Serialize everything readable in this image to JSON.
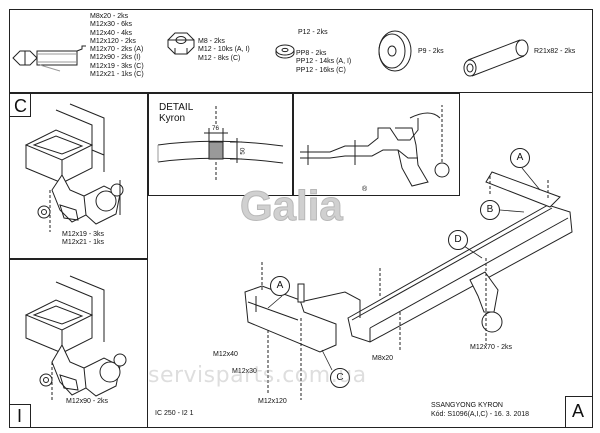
{
  "parts_list": {
    "bolts": [
      "M8x20 - 2ks",
      "M12x30 - 6ks",
      "M12x40 - 4ks",
      "M12x120 - 2ks",
      "M12x70 - 2ks (A)",
      "M12x90 - 2ks (I)",
      "M12x19 - 3ks (C)",
      "M12x21 - 1ks (C)"
    ],
    "nuts": [
      "M8 - 2ks",
      "M12 - 10ks (A, I)",
      "M12 - 8ks (C)"
    ],
    "washers": [
      "P12 - 2ks",
      "PP8 - 2ks",
      "PP12 - 14ks (A, I)",
      "PP12 - 16ks (C)"
    ],
    "large_washer": "P9 - 2ks",
    "spacer": "R21x82 - 2ks"
  },
  "panel_c": {
    "letter": "C",
    "labels": [
      "M12x19 - 3ks",
      "M12x21 - 1ks"
    ]
  },
  "panel_i": {
    "letter": "I",
    "label": "M12x90 - 2ks"
  },
  "detail": {
    "title_line1": "DETAIL",
    "title_line2": "Kyron",
    "dim_width": "76",
    "dim_height": "50"
  },
  "logo": {
    "text": "Galia",
    "registered": "®"
  },
  "main_view": {
    "callouts": [
      "A",
      "B",
      "D",
      "A",
      "C"
    ],
    "labels": {
      "m12x40": "M12x40",
      "m12x30": "M12x30",
      "m12x120": "M12x120",
      "m8x20": "M8x20",
      "m12x70": "M12x70 - 2ks"
    }
  },
  "footer": {
    "code": "IC 250 - I2 1",
    "model": "SSANGYONG KYRON",
    "kod": "Kód: S1096(A,I,C) - 16. 3. 2018",
    "corner_letter": "A"
  },
  "watermark": "servisparts.com.ua"
}
